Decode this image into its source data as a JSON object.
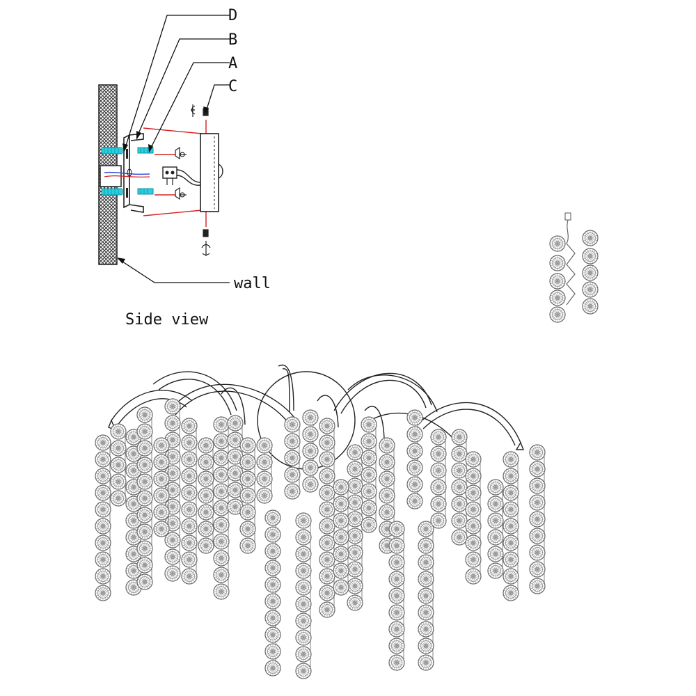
{
  "labels": {
    "d": "D",
    "b": "B",
    "a": "A",
    "c": "C",
    "wall": "wall"
  },
  "caption": "Side view",
  "colors": {
    "line": "#1a1a1a",
    "red": "#d42020",
    "cyan": "#27d0e0",
    "blue": "#3050d0",
    "crystal": "#777777",
    "wall_fill": "#3a3a3a"
  }
}
